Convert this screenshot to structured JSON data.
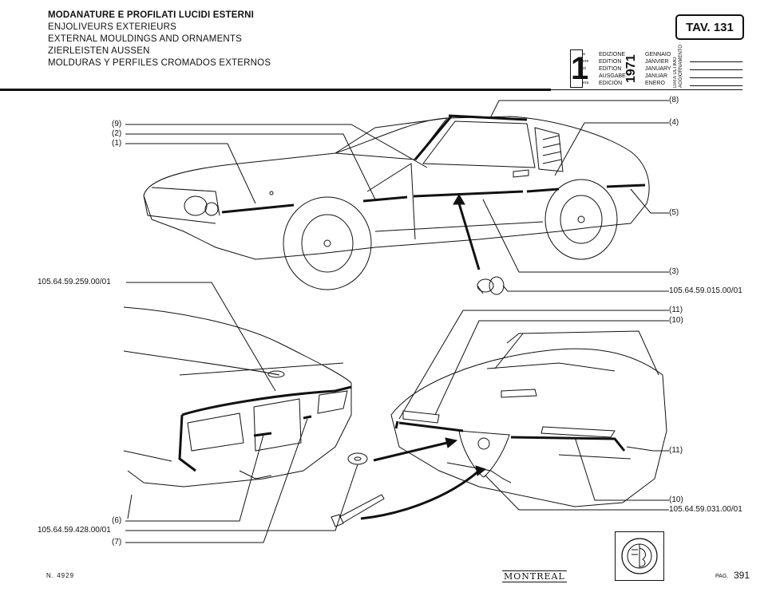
{
  "header": {
    "title_it": "MODANATURE E PROFILATI LUCIDI ESTERNI",
    "title_fr": "ENJOLIVEURS EXTERIEURS",
    "title_en": "EXTERNAL MOULDINGS AND ORNAMENTS",
    "title_de": "ZIERLEISTEN AUSSEN",
    "title_es": "MOLDURAS Y PERFILES CROMADOS EXTERNOS",
    "table": "TAV. 131"
  },
  "edition": {
    "number": "1",
    "sups": [
      "a",
      "ere",
      "st",
      ".",
      "era"
    ],
    "labels": [
      "EDIZIONE",
      "EDITION",
      "EDITION",
      "AUSGABE",
      "EDICIÓN"
    ],
    "year": "1971",
    "months": [
      "GENNAIO",
      "JANVIER",
      "JANUARY",
      "JANUAR",
      "ENERO"
    ],
    "update_label": "DATA ULTIMO AGGIORNAMENTO"
  },
  "callouts": {
    "c8": "(8)",
    "c9": "(9)",
    "c2": "(2)",
    "c1": "(1)",
    "c4": "(4)",
    "c5": "(5)",
    "c3": "(3)",
    "c11a": "(11)",
    "c10a": "(10)",
    "c11b": "(11)",
    "c10b": "(10)",
    "c6": "(6)",
    "c7": "(7)"
  },
  "part_numbers": {
    "p259": "105.64.59.259.00/01",
    "p015": "105.64.59.015.00/01",
    "p031": "105.64.59.031.00/01",
    "p428": "105.64.59.428.00/01"
  },
  "footer": {
    "doc_number": "N. 4929",
    "model": "MONTREAL",
    "page_label": "PAG.",
    "page_number": "391"
  }
}
